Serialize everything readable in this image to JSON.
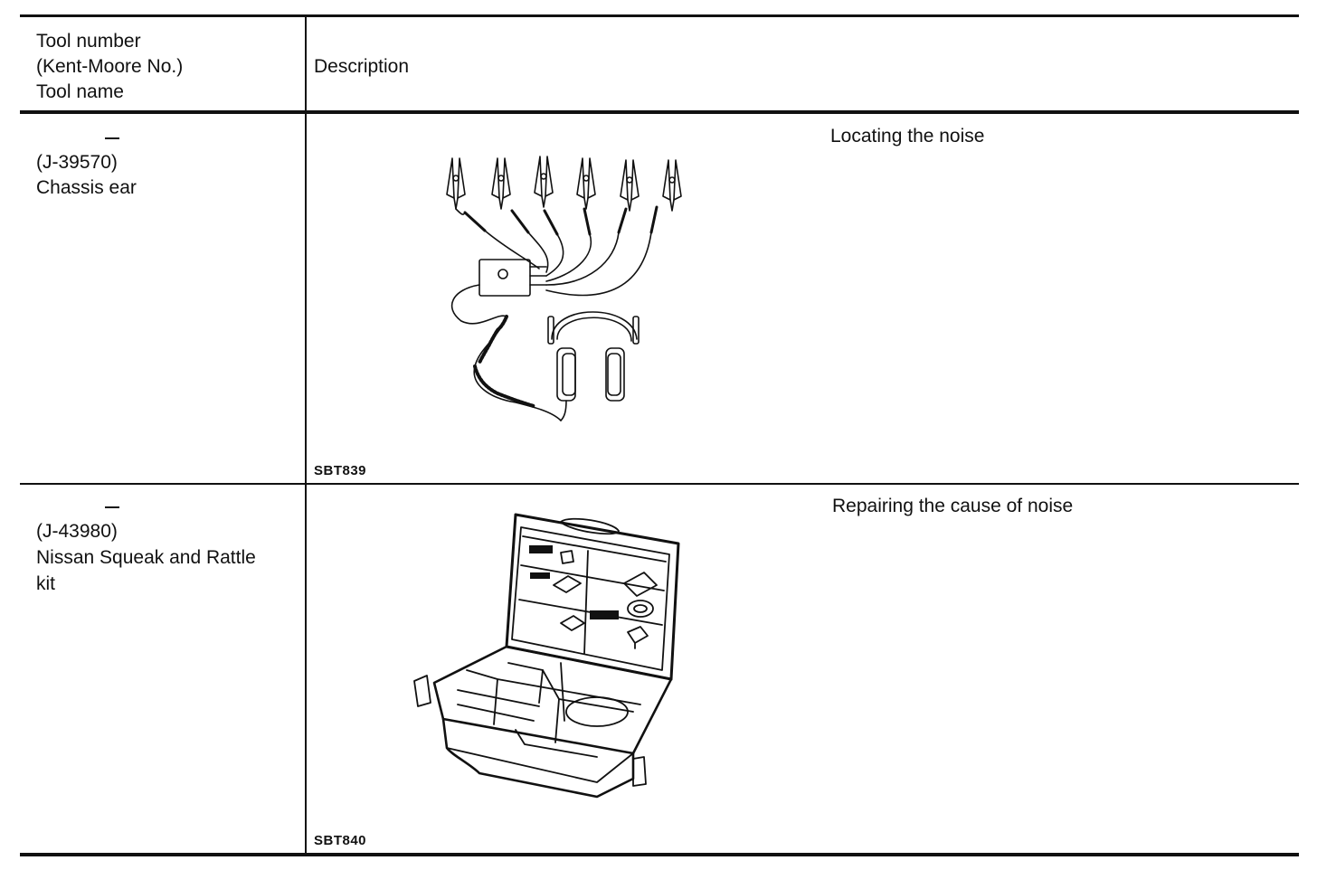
{
  "header": {
    "tool_lines": [
      "Tool number",
      "(Kent-Moore No.)",
      "Tool name"
    ],
    "description": "Description"
  },
  "rows": [
    {
      "tool_number": "—",
      "kent_moore": "(J-39570)",
      "tool_name": "Chassis ear",
      "description": "Locating the noise",
      "figure_code": "SBT839"
    },
    {
      "tool_number": "—",
      "kent_moore": "(J-43980)",
      "tool_name_lines": [
        "Nissan Squeak and Rattle",
        "kit"
      ],
      "description": "Repairing the cause of noise",
      "figure_code": "SBT840"
    }
  ]
}
